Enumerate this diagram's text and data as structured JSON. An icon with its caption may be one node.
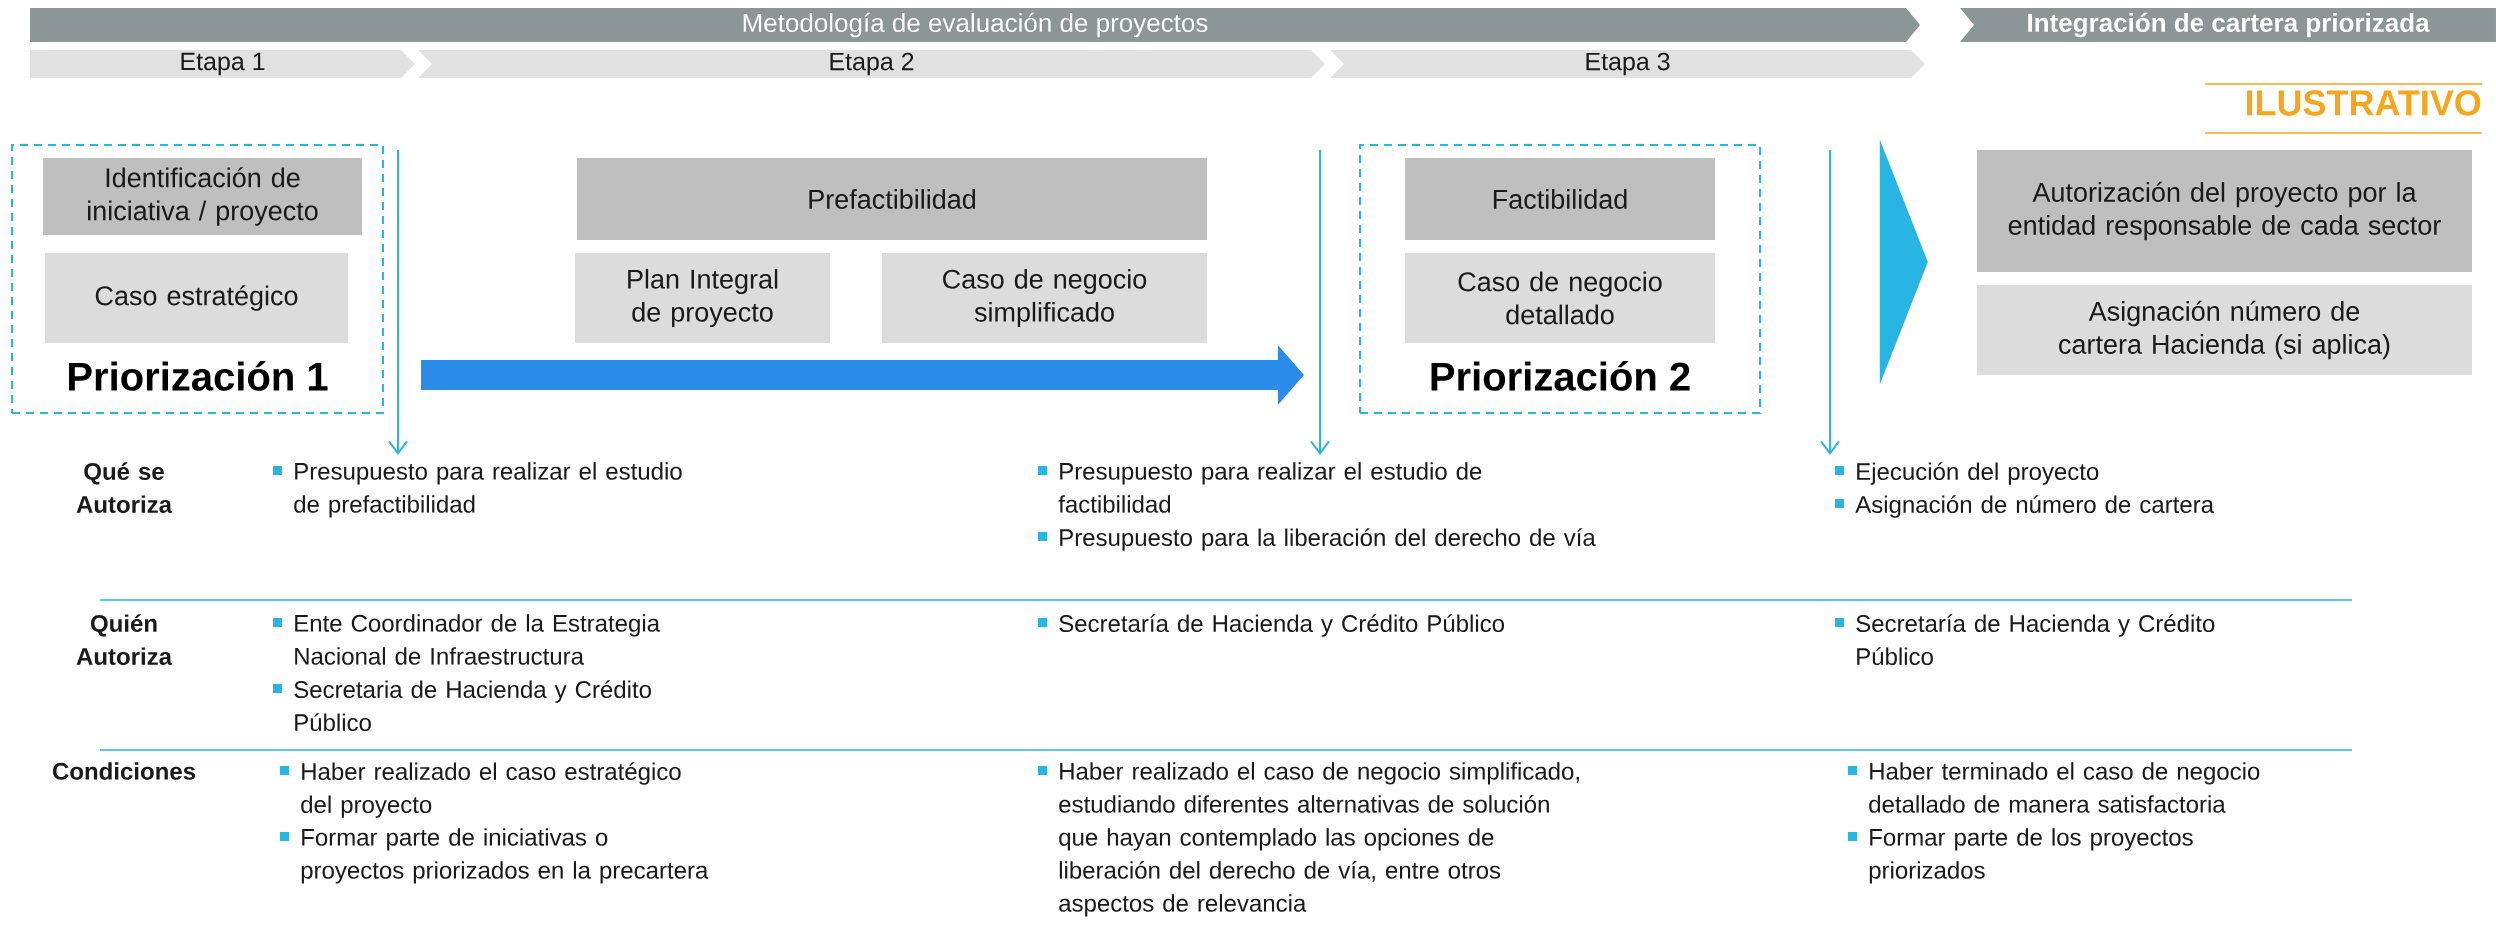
{
  "diagram": {
    "nodes": [
      {
        "text": [
          "Metodología de evaluación de proyectos"
        ]
      },
      {
        "text": [
          "Integración de cartera priorizada"
        ]
      },
      {
        "text": [
          "Etapa 1"
        ]
      },
      {
        "text": [
          "Etapa 2"
        ]
      },
      {
        "text": [
          "Etapa 3"
        ]
      },
      {
        "text": [
          "Priorización 1"
        ]
      },
      {
        "text": [
          "Identificación de iniciativa / proyecto"
        ],
        "in": 5
      },
      {
        "text": [
          "Caso estratégico"
        ],
        "in": 5
      },
      {
        "text": [
          "Prefactibilidad"
        ]
      },
      {
        "text": [
          "Plan Integral de proyecto"
        ]
      },
      {
        "text": [
          "Caso de negocio simplificado"
        ]
      },
      {
        "text": [
          "Priorización 2"
        ]
      },
      {
        "text": [
          "Factibilidad"
        ],
        "in": 11
      },
      {
        "text": [
          "Caso de negocio detallado"
        ],
        "in": 11
      },
      {
        "text": [
          "Autorización del proyecto por la entidad responsable de cada sector"
        ]
      },
      {
        "text": [
          "Asignación número de cartera Hacienda (si aplica)"
        ]
      }
    ],
    "edges": [
      {
        "from": 5,
        "to": 11,
        "arrow": "to",
        "color": "#2b8be8"
      },
      {
        "from": 11,
        "to": 14,
        "arrow": "to",
        "color": "#29b5e3"
      }
    ],
    "labels": [
      "ILUSTRATIVO",
      "Qué se Autoriza",
      "Presupuesto para realizar el estudio de prefactibilidad",
      "Presupuesto para realizar el estudio de factibilidad",
      "Presupuesto para la liberación del derecho de vía",
      "Ejecución del proyecto",
      "Asignación de número de cartera",
      "Quién Autoriza",
      "Ente Coordinador de la Estrategia Nacional de Infraestructura",
      "Secretaria de Hacienda y Crédito Público",
      "Secretaría de Hacienda y Crédito Público",
      "Secretaría de Hacienda y Crédito Público",
      "Condiciones",
      "Haber realizado el caso estratégico del proyecto",
      "Formar parte de iniciativas o proyectos priorizados en la precartera",
      "Haber realizado el caso de negocio simplificado, estudiando diferentes alternativas de solución que hayan contemplado las opciones de liberación del derecho de vía, entre otros aspectos de relevancia",
      "Haber terminado el caso de negocio detallado de manera satisfactoria",
      "Formar parte de los proyectos priorizados"
    ]
  }
}
